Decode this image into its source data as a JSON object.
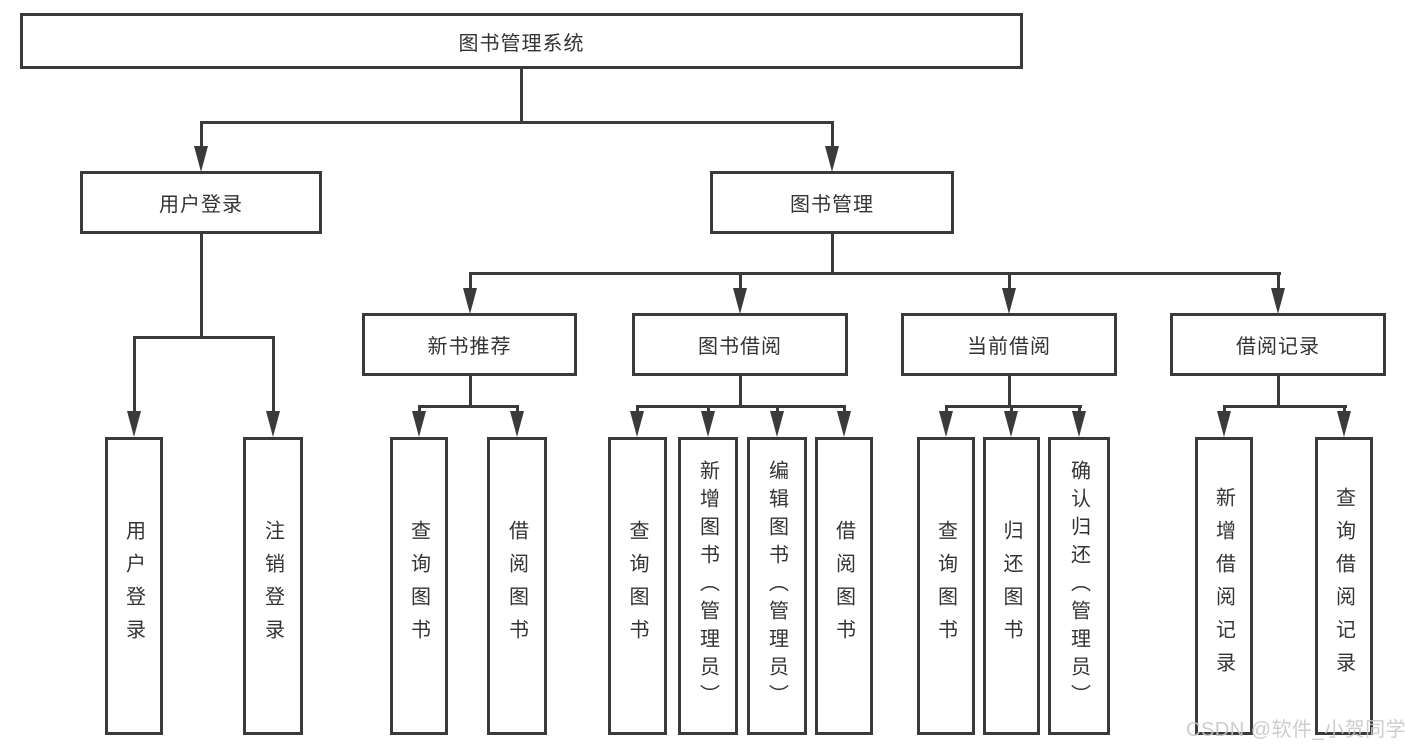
{
  "diagram": {
    "type": "tree",
    "root": {
      "label": "图书管理系统",
      "children": [
        {
          "label": "用户登录",
          "children": [
            {
              "label": "用户登录"
            },
            {
              "label": "注销登录"
            }
          ]
        },
        {
          "label": "图书管理",
          "children": [
            {
              "label": "新书推荐",
              "children": [
                {
                  "label": "查询图书"
                },
                {
                  "label": "借阅图书"
                }
              ]
            },
            {
              "label": "图书借阅",
              "children": [
                {
                  "label": "查询图书"
                },
                {
                  "label": "新增图书（管理员）"
                },
                {
                  "label": "编辑图书（管理员）"
                },
                {
                  "label": "借阅图书"
                }
              ]
            },
            {
              "label": "当前借阅",
              "children": [
                {
                  "label": "查询图书"
                },
                {
                  "label": "归还图书"
                },
                {
                  "label": "确认归还（管理员）"
                }
              ]
            },
            {
              "label": "借阅记录",
              "children": [
                {
                  "label": "新增借阅记录"
                },
                {
                  "label": "查询借阅记录"
                }
              ]
            }
          ]
        }
      ]
    }
  },
  "watermark": "CSDN @软件_小贺同学",
  "colors": {
    "line": "#3a3a3a",
    "text": "#333333",
    "background": "#ffffff",
    "watermark": "#c8c8c8"
  }
}
